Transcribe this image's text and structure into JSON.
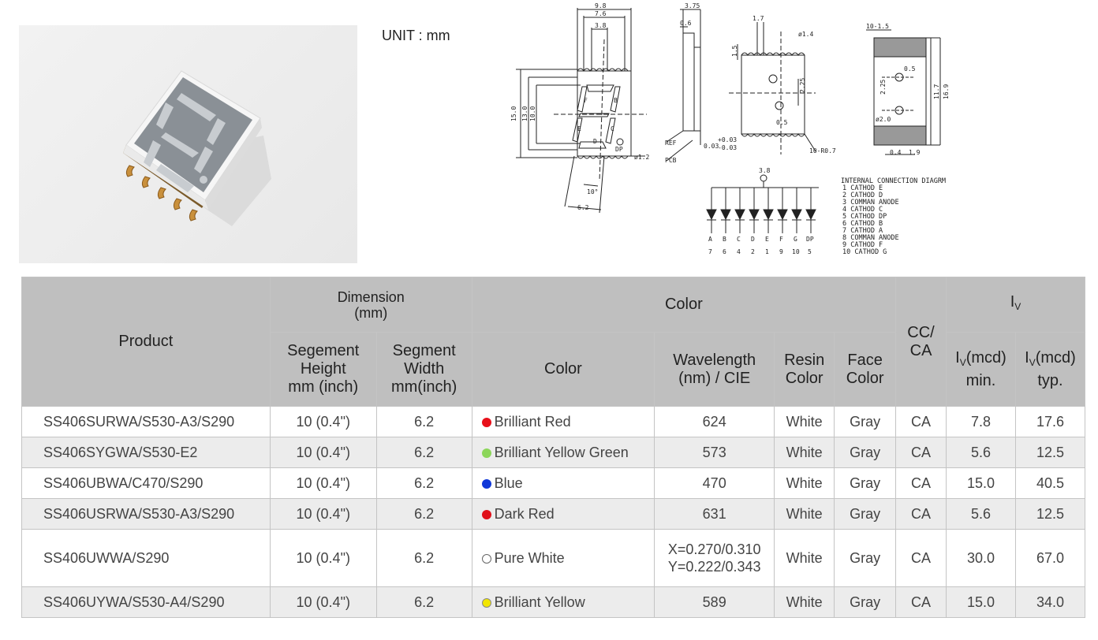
{
  "unit_label": "UNIT : mm",
  "drawing": {
    "front_dims": [
      "9.8",
      "7.6",
      "3.8",
      "15.0",
      "13.0",
      "10.0",
      "10°",
      "6.2",
      "ø1.2"
    ],
    "segment_letters": [
      "A",
      "B",
      "C",
      "D",
      "E",
      "F",
      "G",
      "DP"
    ],
    "side_dims": [
      "3.75",
      "0.6",
      "REF",
      "PCB",
      "0.03",
      "+0.03",
      "-0.03"
    ],
    "pad_dims": [
      "1.7",
      "ø1.4",
      "1.5",
      "2.25",
      "0.5",
      "10-R0.7"
    ],
    "right_dims": [
      "10-1.5",
      "0.5",
      "2.25",
      "11.7",
      "16.9",
      "ø2.0",
      "0.4",
      "1.9"
    ],
    "circuit_top": "3.8",
    "circuit_segments": [
      "A",
      "B",
      "C",
      "D",
      "E",
      "F",
      "G",
      "DP"
    ],
    "circuit_pins": [
      "7",
      "6",
      "4",
      "2",
      "1",
      "9",
      "10",
      "5"
    ],
    "connection_title": "INTERNAL CONNECTION DIAGRM",
    "connections": [
      "1 CATHOD E",
      "2 CATHOD D",
      "3 COMMAN ANODE",
      "4 CATHOD C",
      "5 CATHOD DP",
      "6 CATHOD B",
      "7 CATHOD A",
      "8 COMMAN ANODE",
      "9 CATHOD F",
      "10 CATHOD G"
    ]
  },
  "table": {
    "headers": {
      "product": "Product",
      "dimension_line1": "Dimension",
      "dimension_line2": "(mm)",
      "color_group": "Color",
      "cc_ca_line1": "CC/",
      "cc_ca_line2": "CA",
      "iv": "I",
      "iv_sub": "V",
      "seg_height_line1": "Segement",
      "seg_height_line2": "Height",
      "seg_height_line3": "mm (inch)",
      "seg_width_line1": "Segment",
      "seg_width_line2": "Width",
      "seg_width_line3": "mm(inch)",
      "color": "Color",
      "wavelength_line1": "Wavelength",
      "wavelength_line2": "(nm) / CIE",
      "resin_line1": "Resin",
      "resin_line2": "Color",
      "face_line1": "Face",
      "face_line2": "Color",
      "iv_min_prefix": "I",
      "iv_min_sub": "V",
      "iv_min_unit": "(mcd)",
      "iv_min_label": "min.",
      "iv_typ_prefix": "I",
      "iv_typ_sub": "V",
      "iv_typ_unit": "(mcd)",
      "iv_typ_label": "typ."
    },
    "rows": [
      {
        "product": "SS406SURWA/S530-A3/S290",
        "height": "10 (0.4\")",
        "width": "6.2",
        "color": "Brilliant Red",
        "dot_color": "#e8101a",
        "wavelength": "624",
        "wavelength2": "",
        "resin": "White",
        "face": "Gray",
        "cc_ca": "CA",
        "iv_min": "7.8",
        "iv_typ": "17.6"
      },
      {
        "product": "SS406SYGWA/S530-E2",
        "height": "10 (0.4\")",
        "width": "6.2",
        "color": "Brilliant Yellow Green",
        "dot_color": "#8cd65a",
        "wavelength": "573",
        "wavelength2": "",
        "resin": "White",
        "face": "Gray",
        "cc_ca": "CA",
        "iv_min": "5.6",
        "iv_typ": "12.5"
      },
      {
        "product": "SS406UBWA/C470/S290",
        "height": "10 (0.4\")",
        "width": "6.2",
        "color": "Blue",
        "dot_color": "#1038d8",
        "wavelength": "470",
        "wavelength2": "",
        "resin": "White",
        "face": "Gray",
        "cc_ca": "CA",
        "iv_min": "15.0",
        "iv_typ": "40.5"
      },
      {
        "product": "SS406USRWA/S530-A3/S290",
        "height": "10 (0.4\")",
        "width": "6.2",
        "color": "Dark Red",
        "dot_color": "#e0101a",
        "wavelength": "631",
        "wavelength2": "",
        "resin": "White",
        "face": "Gray",
        "cc_ca": "CA",
        "iv_min": "5.6",
        "iv_typ": "12.5"
      },
      {
        "product": "SS406UWWA/S290",
        "height": "10 (0.4\")",
        "width": "6.2",
        "color": "Pure White",
        "dot_color": "#ffffff",
        "wavelength": "X=0.270/0.310",
        "wavelength2": "Y=0.222/0.343",
        "resin": "White",
        "face": "Gray",
        "cc_ca": "CA",
        "iv_min": "30.0",
        "iv_typ": "67.0"
      },
      {
        "product": "SS406UYWA/S530-A4/S290",
        "height": "10 (0.4\")",
        "width": "6.2",
        "color": "Brilliant Yellow",
        "dot_color": "#f2e600",
        "wavelength": "589",
        "wavelength2": "",
        "resin": "White",
        "face": "Gray",
        "cc_ca": "CA",
        "iv_min": "15.0",
        "iv_typ": "34.0"
      }
    ]
  }
}
